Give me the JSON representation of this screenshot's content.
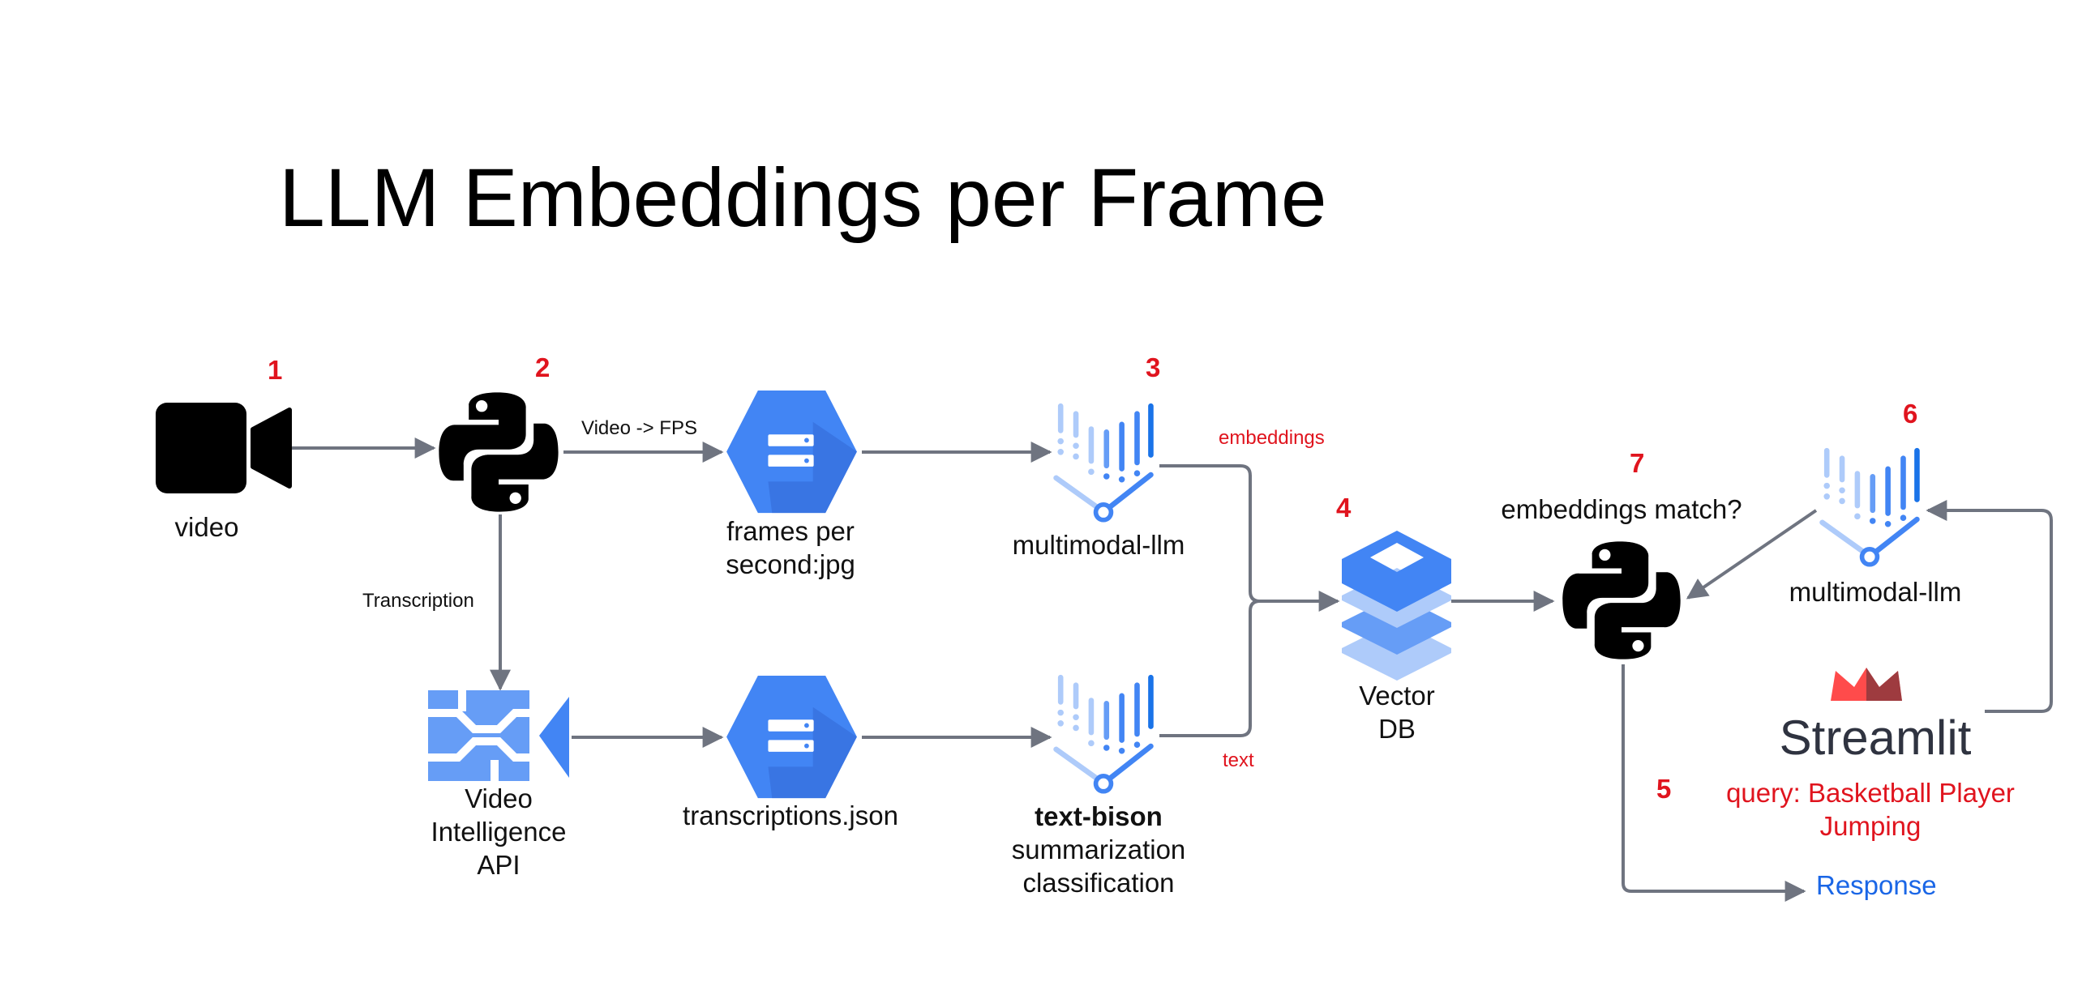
{
  "title": "LLM Embeddings per Frame",
  "colors": {
    "arrow": "#6f7480",
    "step_red": "#e0141e",
    "google_blue": "#4285f4",
    "light_blue": "#aecbfa",
    "response_blue": "#1a66e6",
    "streamlit_red": "#ff4b4b"
  },
  "steps": [
    "1",
    "2",
    "3",
    "4",
    "5",
    "6",
    "7"
  ],
  "nodes": {
    "video": {
      "label": "video",
      "icon": "video-camera-icon"
    },
    "python_split": {
      "icon": "python-logo-icon"
    },
    "frames": {
      "label_line1": "frames per",
      "label_line2": "second:jpg",
      "icon": "cloud-storage-icon"
    },
    "multimodal_top": {
      "label": "multimodal-llm",
      "icon": "vertex-ai-icon"
    },
    "video_intelligence": {
      "label_line1": "Video",
      "label_line2": "Intelligence",
      "label_line3": "API",
      "icon": "video-intelligence-icon"
    },
    "transcriptions": {
      "label": "transcriptions.json",
      "icon": "cloud-storage-icon"
    },
    "text_bison": {
      "label_line1": "text-bison",
      "label_line2": "summarization",
      "label_line3": "classification",
      "icon": "vertex-ai-icon"
    },
    "vector_db": {
      "label_line1": "Vector",
      "label_line2": "DB",
      "icon": "vector-db-icon"
    },
    "python_match": {
      "label": "embeddings match?",
      "icon": "python-logo-icon"
    },
    "multimodal_right": {
      "label": "multimodal-llm",
      "icon": "vertex-ai-icon"
    },
    "streamlit": {
      "label": "Streamlit",
      "icon": "streamlit-crown-icon"
    },
    "query": {
      "line1": "query: Basketball Player",
      "line2": "Jumping"
    },
    "response": {
      "label": "Response"
    }
  },
  "edge_labels": {
    "video_fps": "Video -> FPS",
    "transcription": "Transcription",
    "embeddings": "embeddings",
    "text": "text"
  }
}
